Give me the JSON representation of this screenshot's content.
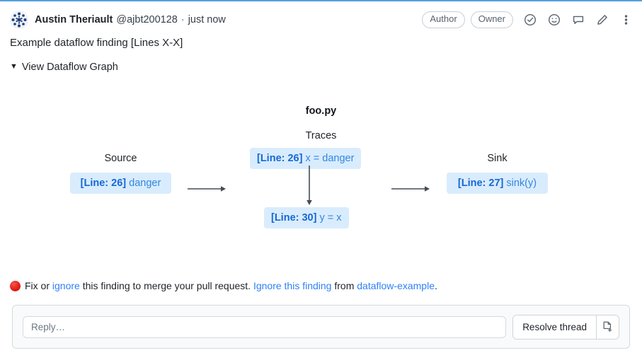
{
  "header": {
    "avatar_name": "user-avatar-identicon",
    "author": "Austin Theriault",
    "handle": "@ajbt200128",
    "separator": "·",
    "timestamp": "just now",
    "badges": [
      "Author",
      "Owner"
    ],
    "icons": [
      {
        "name": "check-circle-icon",
        "title": "Resolve"
      },
      {
        "name": "smiley-reaction-icon",
        "title": "Add reaction"
      },
      {
        "name": "comment-quote-icon",
        "title": "Quote reply"
      },
      {
        "name": "pencil-edit-icon",
        "title": "Edit"
      },
      {
        "name": "kebab-menu-icon",
        "title": "More options"
      }
    ]
  },
  "comment": {
    "body": "Example dataflow finding [Lines X-X]"
  },
  "disclosure": {
    "marker": "▼",
    "label": "View Dataflow Graph",
    "expanded": true
  },
  "graph": {
    "file_title": "foo.py",
    "traces_label": "Traces",
    "source_label": "Source",
    "sink_label": "Sink",
    "nodes": {
      "source": {
        "line": "[Line: 26]",
        "code": "danger"
      },
      "trace1": {
        "line": "[Line: 26]",
        "code": "x = danger"
      },
      "trace2": {
        "line": "[Line: 30]",
        "code": "y = x"
      },
      "sink": {
        "line": "[Line: 27]",
        "code": "sink(y)"
      }
    },
    "colors": {
      "node_bg": "#d9ecfd",
      "line_text": "#1668d6",
      "code_text": "#3087e0",
      "arrow": "#434c55"
    }
  },
  "notice": {
    "status_icon": "red-circle-status",
    "text_1": "Fix or ",
    "link_1": "ignore",
    "text_2": " this finding to merge your pull request. ",
    "link_2": "Ignore this finding",
    "text_3": " from ",
    "link_3": "dataflow-example",
    "text_4": "."
  },
  "reply": {
    "placeholder": "Reply…",
    "value": "",
    "resolve_label": "Resolve thread",
    "attach_icon": "file-add-icon"
  }
}
